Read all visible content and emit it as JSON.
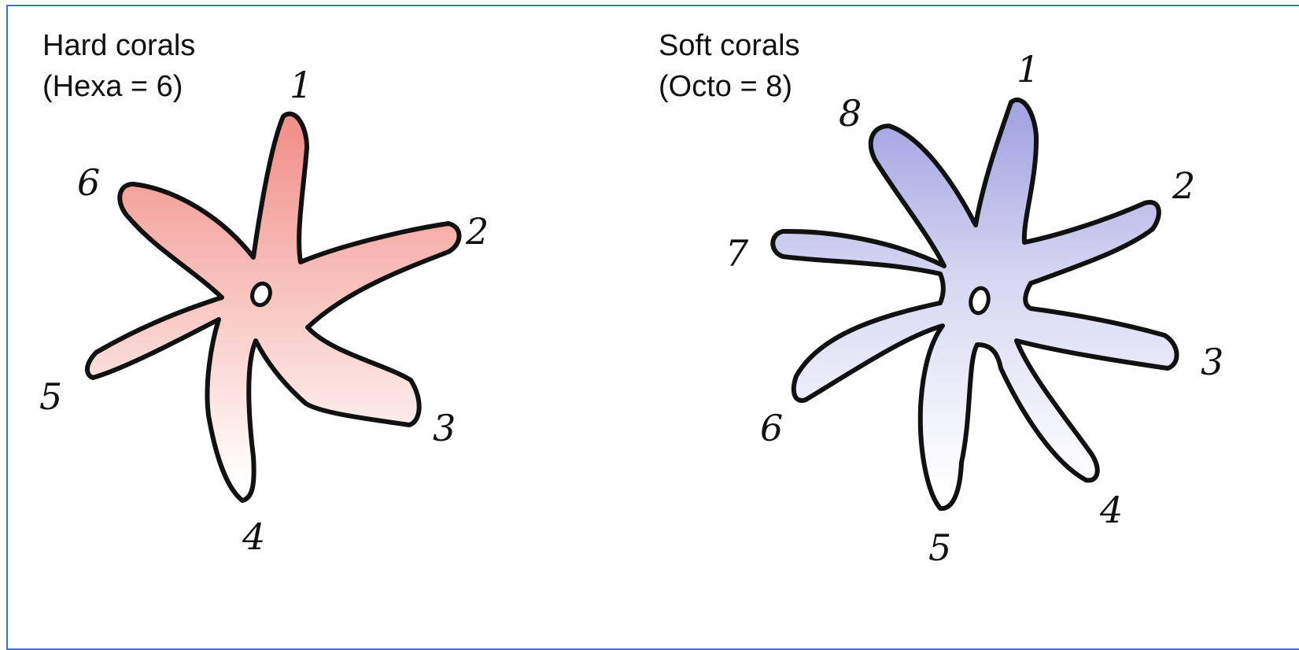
{
  "hard_corals": {
    "title": "Hard corals",
    "subtitle": "(Hexa = 6)",
    "tentacle_numbers": [
      "1",
      "2",
      "3",
      "4",
      "5",
      "6"
    ],
    "fill_top": "#F2928C",
    "fill_bottom": "#FFFFFF"
  },
  "soft_corals": {
    "title": "Soft corals",
    "subtitle": "(Octo = 8)",
    "tentacle_numbers": [
      "1",
      "2",
      "3",
      "4",
      "5",
      "6",
      "7",
      "8"
    ],
    "fill_top": "#A5A6E2",
    "fill_bottom": "#FFFFFF"
  },
  "colors": {
    "frame_border": "#4472C4",
    "outline": "#111111"
  }
}
